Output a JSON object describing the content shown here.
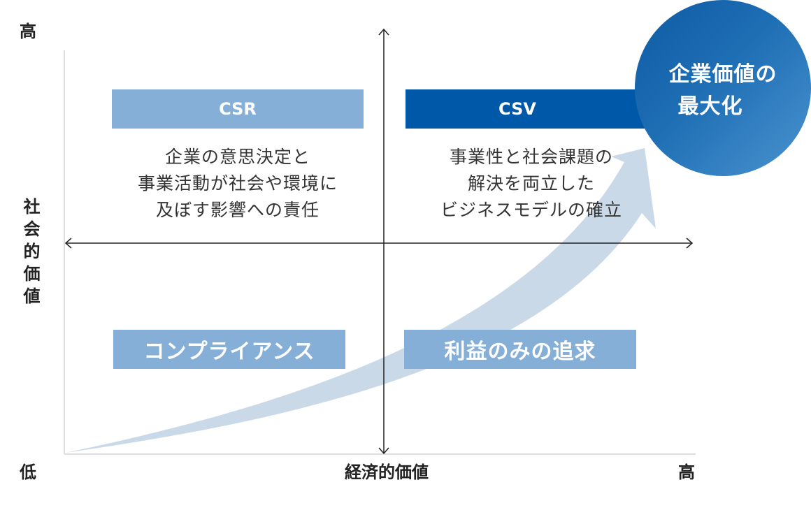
{
  "axes": {
    "y_top_label": "高",
    "y_title": "社会的価値",
    "origin_label": "低",
    "x_title": "経済的価値",
    "x_right_label": "高"
  },
  "quadrants": {
    "top_left": {
      "title": "CSR",
      "description_lines": [
        "企業の意思決定と",
        "事業活動が社会や環境に",
        "及ぼす影響への責任"
      ]
    },
    "top_right": {
      "title": "CSV",
      "description_lines": [
        "事業性と社会課題の",
        "解決を両立した",
        "ビジネスモデルの確立"
      ]
    },
    "bottom_left": {
      "title": "コンプライアンス"
    },
    "bottom_right": {
      "title": "利益のみの追求"
    }
  },
  "goal": {
    "lines": [
      "企業価値の",
      "最大化"
    ]
  },
  "colors": {
    "light_box": "#86afd8",
    "dark_box": "#0058a8",
    "arrow_fill": "#c9d9e8",
    "axis_line": "#222222",
    "frame_line": "#dddddd",
    "circle_start": "#0e5aa4",
    "circle_end": "#4a93cf"
  }
}
